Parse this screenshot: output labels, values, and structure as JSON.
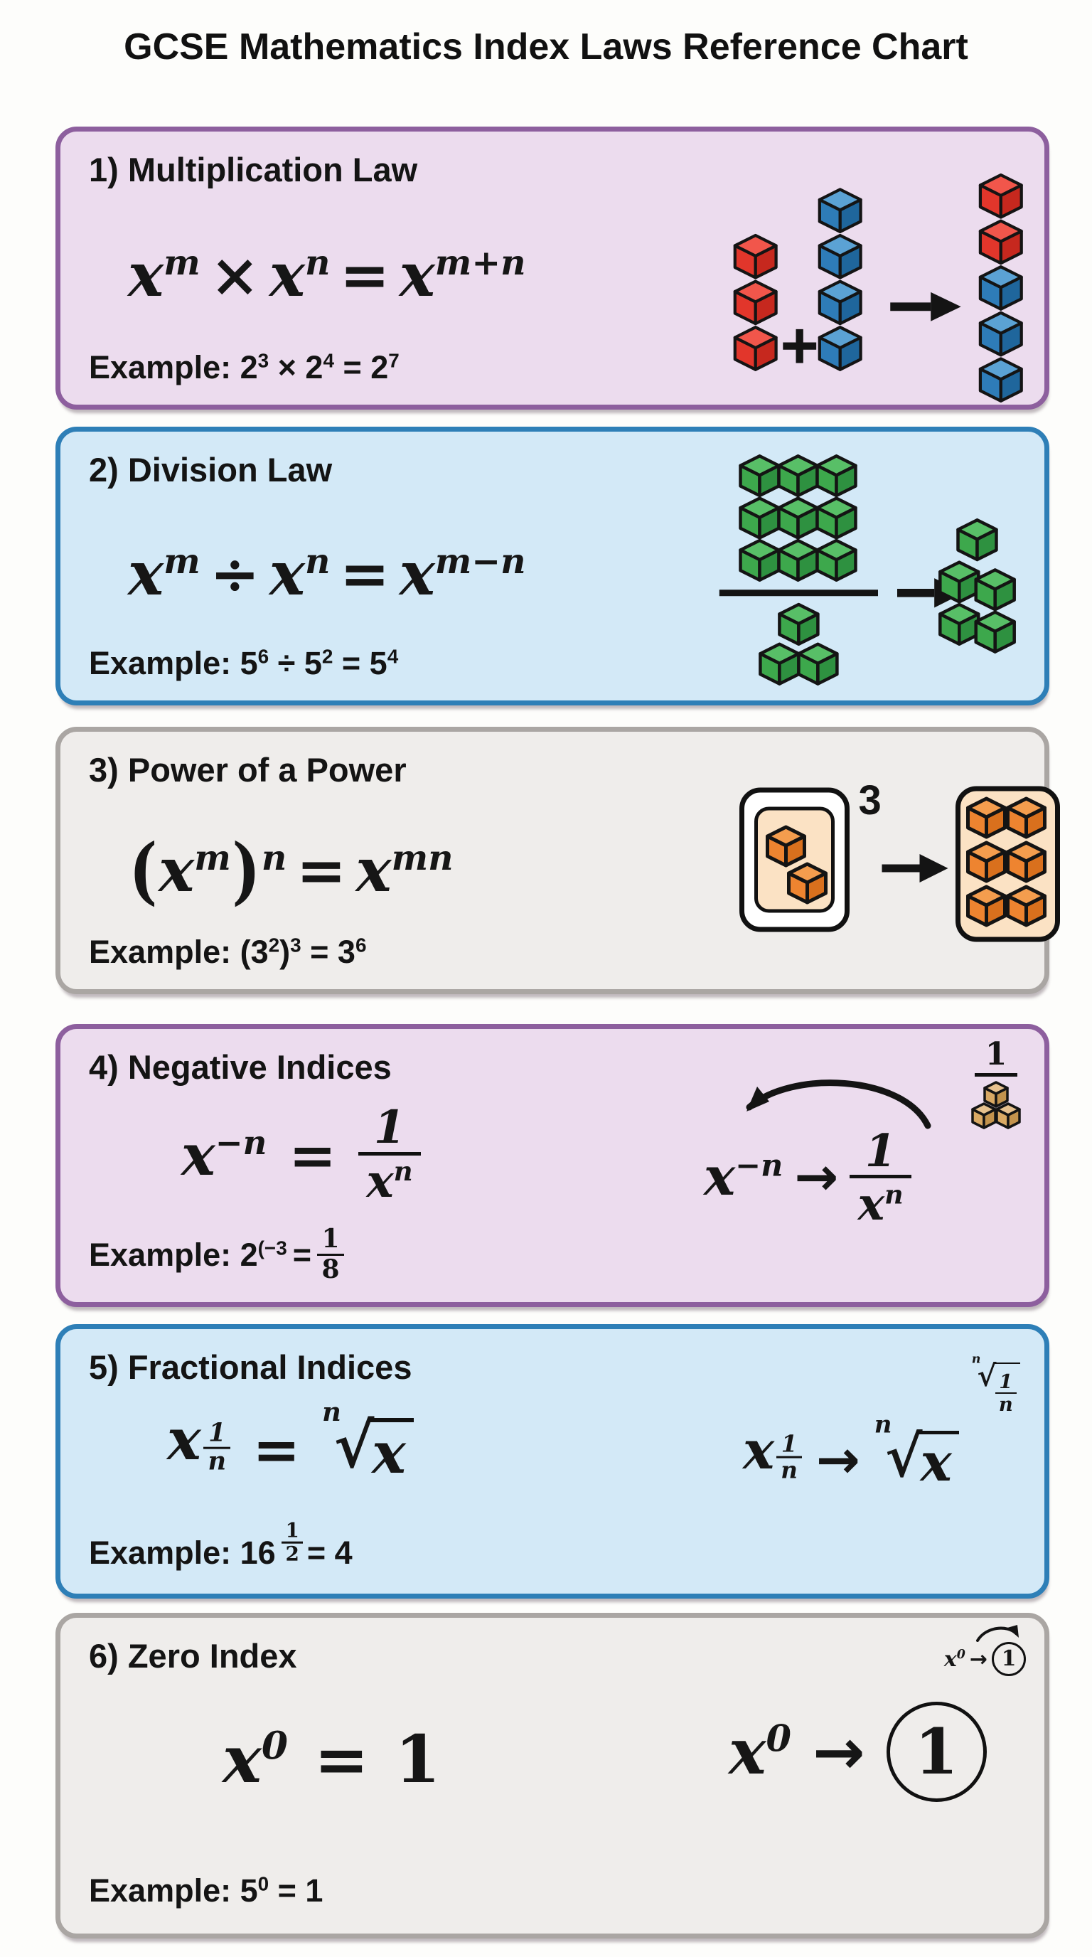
{
  "title": "GCSE Mathematics Index Laws Reference Chart",
  "colors": {
    "panel_lavender_bg": "#ecdcee",
    "panel_lavender_border": "#8d5f9e",
    "panel_blue_bg": "#d3e9f7",
    "panel_blue_border": "#2e7fb7",
    "panel_gray_bg": "#efedeb",
    "panel_gray_border": "#aaa6a3",
    "cube_red": "#e2362b",
    "cube_blue": "#2e7cb8",
    "cube_green": "#3da84c",
    "cube_orange": "#ee8430",
    "cube_tan": "#d9a964",
    "peach_box": "#fbe2c4"
  },
  "cubes": {
    "red": {
      "top": "#f1564b",
      "left": "#e2362b",
      "right": "#c6281e"
    },
    "blue": {
      "top": "#5ba2d4",
      "left": "#2e7cb8",
      "right": "#1f669c"
    },
    "green": {
      "top": "#58bf67",
      "left": "#3da84c",
      "right": "#2e9140"
    },
    "orange": {
      "top": "#f49d4e",
      "left": "#ee8430",
      "right": "#d9701d"
    },
    "tan": {
      "top": "#e6c18e",
      "left": "#d9a964",
      "right": "#c3934d"
    }
  },
  "panels": [
    {
      "heading": "1) Multiplication Law",
      "formula": {
        "base1": "x",
        "sup1": "m",
        "op": "×",
        "base2": "x",
        "sup2": "n",
        "eq": "=",
        "base3": "x",
        "sup3": "m+n"
      },
      "example": {
        "lead": "Example: 2",
        "sup1": "3",
        "mid1": " × 2",
        "sup2": "4",
        "mid2": " = 2",
        "sup3": "7"
      },
      "illustration": {
        "plus": "+",
        "description": "3 red cubes + 4 blue cubes → combined stack of red and blue cubes"
      }
    },
    {
      "heading": "2) Division Law",
      "formula": {
        "base1": "x",
        "sup1": "m",
        "op": "÷",
        "base2": "x",
        "sup2": "n",
        "eq": "=",
        "base3": "x",
        "sup3": "m−n"
      },
      "example": {
        "lead": "Example: 5",
        "sup1": "6",
        "mid1": " ÷ 5",
        "sup2": "2",
        "mid2": " = 5",
        "sup3": "4"
      },
      "illustration": {
        "description": "9 green cubes over 3 green cubes → 5 green cubes"
      }
    },
    {
      "heading": "3) Power of a Power",
      "formula": {
        "open": "(",
        "base1": "x",
        "sup1": "m",
        "close": ")",
        "sup2": "n",
        "eq": "=",
        "base2": "x",
        "sup3": "mn"
      },
      "example": {
        "lead": "Example: (3",
        "sup1": "2",
        "mid1": ")",
        "sup2": "3",
        "mid2": " = 3",
        "sup3": "6"
      },
      "illustration": {
        "exponent": "3",
        "description": "boxed pair of orange cubes cubed → box of 6 orange cubes"
      }
    },
    {
      "heading": "4) Negative Indices",
      "formula": {
        "base1": "x",
        "sup1": "−n",
        "eq": "=",
        "frac_num": "1",
        "frac_den_base": "x",
        "frac_den_sup": "n"
      },
      "example": {
        "lead": "Example: 2",
        "sup1": "(−3",
        "mid1": " = ",
        "frac_num": "1",
        "frac_den": "8"
      },
      "illustration": {
        "base": "x",
        "sup": "−n",
        "arrow": "→",
        "frac_num": "1",
        "frac_den_base": "x",
        "frac_den_sup": "n",
        "corner_num": "1",
        "description": "1 over three tan cubes"
      }
    },
    {
      "heading": "5) Fractional Indices",
      "formula": {
        "base1": "x",
        "sup_num": "1",
        "sup_den": "n",
        "eq": "=",
        "rad_idx": "n",
        "rad_sign": "√",
        "rad_body": "x"
      },
      "example": {
        "lead": "Example: 16",
        "sup_num": "1",
        "sup_den": "2",
        "tail": " = 4"
      },
      "illustration": {
        "base": "x",
        "sup_num": "1",
        "sup_den": "n",
        "arrow": "→",
        "rad_idx": "n",
        "rad_sign": "√",
        "rad_body": "x",
        "corner_idx": "n",
        "corner_sign": "√",
        "corner_num": "1",
        "corner_den": "n"
      }
    },
    {
      "heading": "6) Zero Index",
      "formula": {
        "base1": "x",
        "sup1": "0",
        "eq": "=",
        "value": "1"
      },
      "example": {
        "lead": "Example: 5",
        "sup1": "0",
        "tail": " = 1"
      },
      "illustration": {
        "base": "x",
        "sup": "0",
        "arrow": "→",
        "circled": "1",
        "corner_base": "x",
        "corner_sup": "0",
        "corner_arrow": "→",
        "corner_circled": "1"
      }
    }
  ]
}
